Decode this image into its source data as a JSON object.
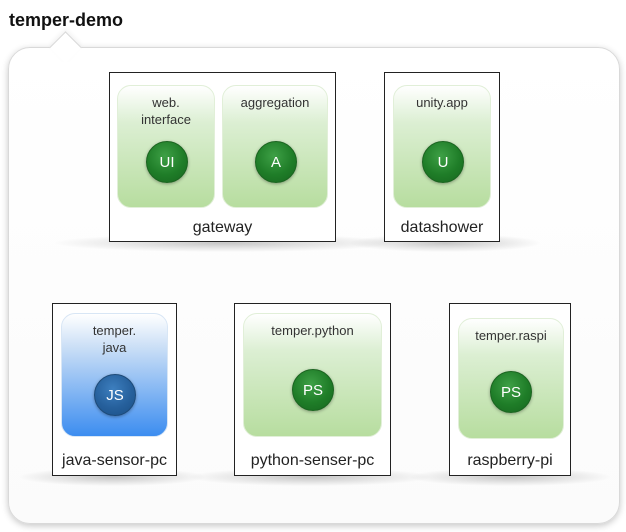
{
  "diagram": {
    "title": "temper-demo",
    "nodes": [
      {
        "label": "gateway",
        "artifacts": [
          {
            "label": "web.\ninterface",
            "badge": "UI",
            "color": "green"
          },
          {
            "label": "aggregation",
            "badge": "A",
            "color": "green"
          }
        ]
      },
      {
        "label": "datashower",
        "artifacts": [
          {
            "label": "unity.app",
            "badge": "U",
            "color": "green"
          }
        ]
      },
      {
        "label": "java-sensor-pc",
        "artifacts": [
          {
            "label": "temper.\njava",
            "badge": "JS",
            "color": "blue"
          }
        ]
      },
      {
        "label": "python-senser-pc",
        "artifacts": [
          {
            "label": "temper.python",
            "badge": "PS",
            "color": "green"
          }
        ]
      },
      {
        "label": "raspberry-pi",
        "artifacts": [
          {
            "label": "temper.raspi",
            "badge": "PS",
            "color": "green"
          }
        ]
      }
    ]
  },
  "colors": {
    "green_badge": "#1f7d28",
    "blue_badge": "#26609c",
    "green_fill": "#b7dd9f",
    "blue_fill": "#3c8df0"
  }
}
